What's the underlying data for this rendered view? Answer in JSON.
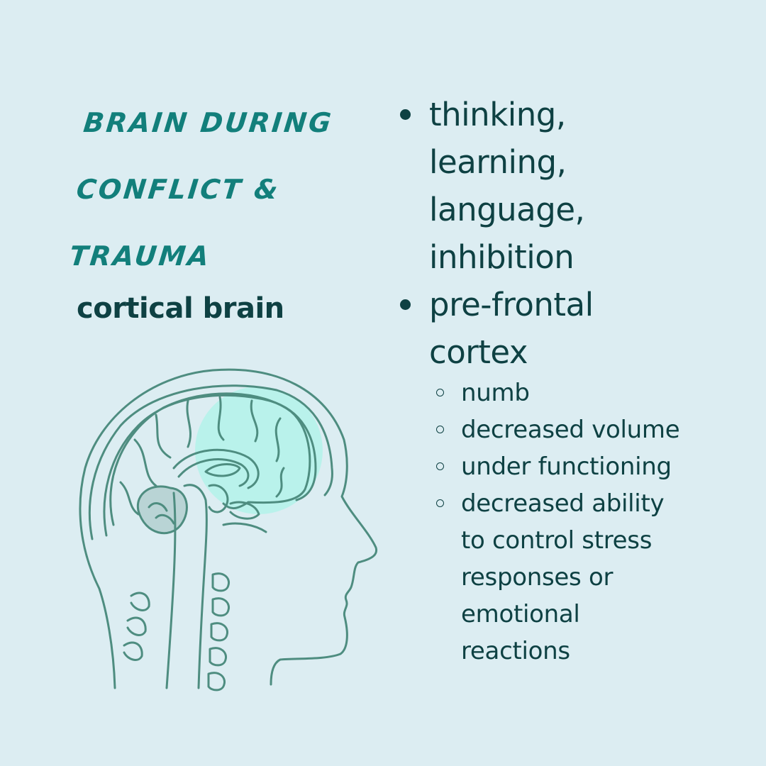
{
  "title": {
    "lines": [
      "BRAIN DURING",
      "CONFLICT &",
      "TRAUMA"
    ],
    "color": "#127f7b"
  },
  "subtitle": "cortical brain",
  "colors": {
    "background": "#dcedf2",
    "text": "#0e4143",
    "illustration_line": "#4e8d80",
    "highlight": "#b5f2ea"
  },
  "bullets": [
    {
      "text": "thinking, learning, language, inhibition",
      "children": []
    },
    {
      "text": "pre-frontal cortex",
      "children": [
        "numb",
        "decreased volume",
        "under functioning",
        "decreased ability to control stress responses or emotional reactions"
      ]
    }
  ],
  "illustration": {
    "icon": "head-brain-sagittal-illustration",
    "highlight_region": "prefrontal-cortex"
  }
}
